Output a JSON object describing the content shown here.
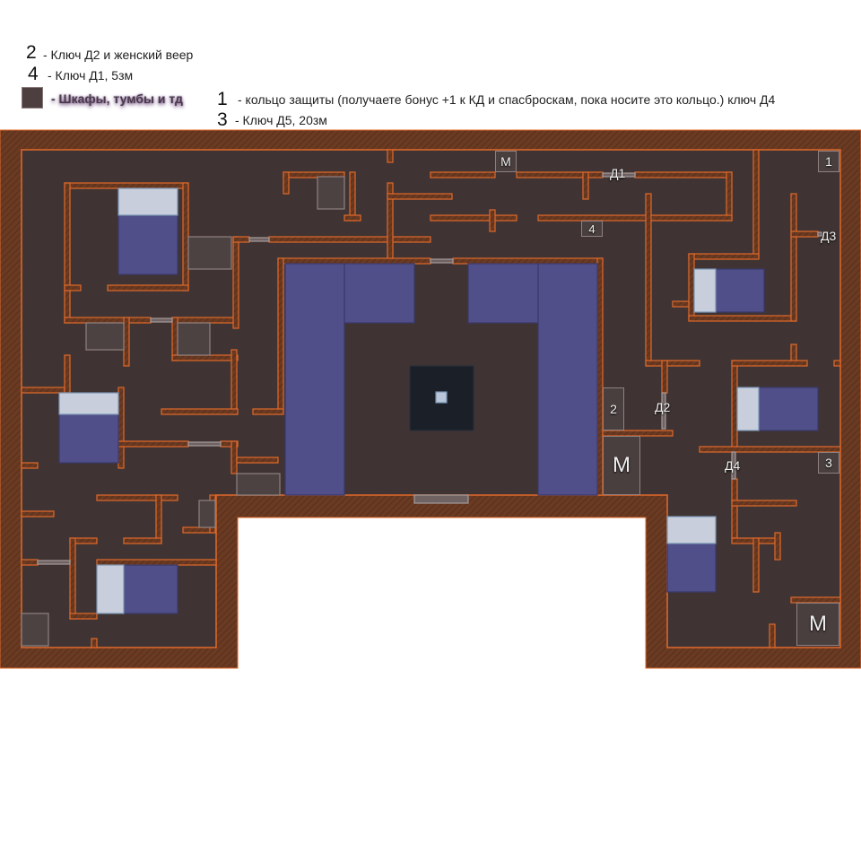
{
  "legend": [
    {
      "num": "2",
      "text": "- Ключ Д2 и женский веер"
    },
    {
      "num": "4",
      "text": "- Ключ Д1, 5зм"
    },
    {
      "num": "1",
      "text": "- кольцо защиты (получаете бонус +1 к КД и спасброскам, пока носите это кольцо.)  ключ Д4"
    },
    {
      "num": "3",
      "text": "- Ключ Д5, 20зм"
    }
  ],
  "cabinet_legend": "- Шкафы, тумбы и тд",
  "markers": {
    "m_top": "M",
    "m_center": "M",
    "m_right": "M",
    "one": "1",
    "two": "2",
    "three": "3",
    "four": "4"
  },
  "doors": {
    "d1": "Д1",
    "d2": "Д2",
    "d3": "Д3",
    "d4": "Д4"
  },
  "colors": {
    "floor": "#3f3433",
    "wall_fill": "#6b3a22",
    "wall_stroke": "#e0692b",
    "bed": "#514f8a",
    "pillow": "#c8cedb",
    "cabinet": "#4a3f3f"
  }
}
